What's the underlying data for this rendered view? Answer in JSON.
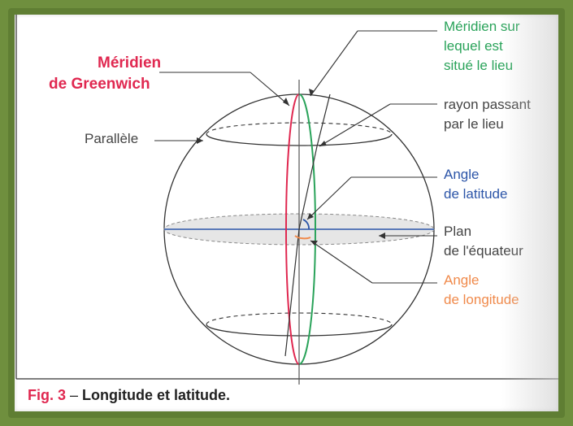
{
  "labels": {
    "greenwich_line1": "Méridien",
    "greenwich_line2": "de Greenwich",
    "parallele": "Parallèle",
    "meridien_lieu_line1": "Méridien sur",
    "meridien_lieu_line2": "lequel est",
    "meridien_lieu_line3": "situé le lieu",
    "rayon_line1": "rayon passant",
    "rayon_line2": "par le lieu",
    "angle_lat_line1": "Angle",
    "angle_lat_line2": "de latitude",
    "plan_line1": "Plan",
    "plan_line2": "de l'équateur",
    "angle_long_line1": "Angle",
    "angle_long_line2": "de longitude"
  },
  "caption": {
    "fig": "Fig. 3",
    "dash": " – ",
    "title": "Longitude et latitude."
  },
  "colors": {
    "greenwich": "#e02850",
    "meridien_lieu": "#2aa35a",
    "latitude": "#2c55a8",
    "longitude": "#f08a4b",
    "frame": "#6f8f3e"
  }
}
